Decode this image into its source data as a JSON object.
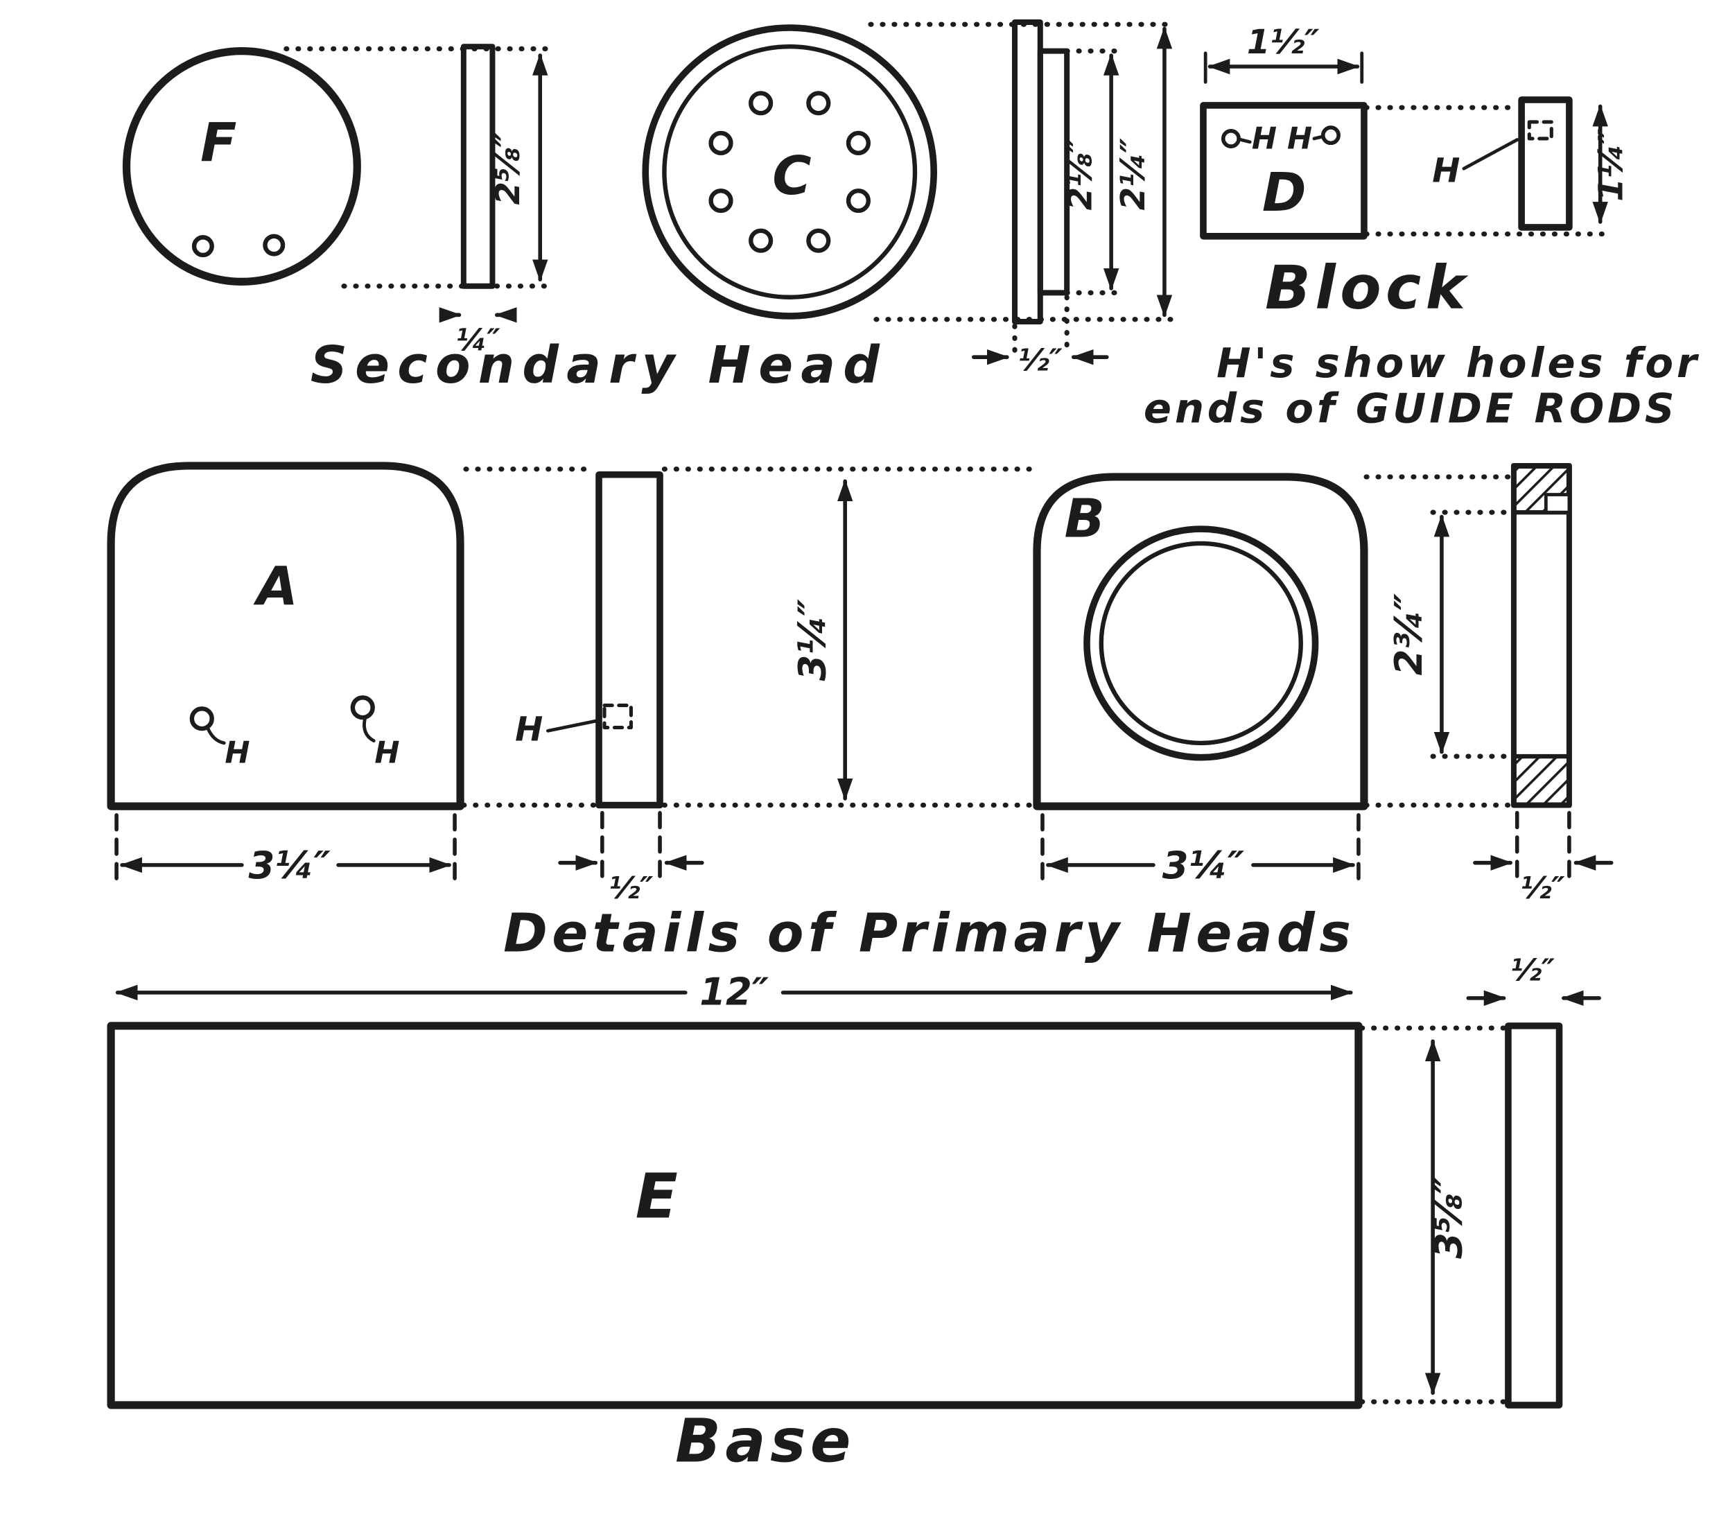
{
  "figure": {
    "background_color": "#ffffff",
    "ink_color": "#1c1c1c",
    "part_labels": {
      "f": "F",
      "c": "C",
      "d": "D",
      "a": "A",
      "b": "B",
      "e": "E",
      "h": "H"
    },
    "captions": {
      "secondary_head": "Secondary Head",
      "block": "Block",
      "note_line1": "H's show holes for",
      "note_line2": "ends of GUIDE RODS",
      "primary_heads": "Details of Primary Heads",
      "base": "Base"
    },
    "dimensions": {
      "f_side_height": "2⅝″",
      "f_side_thickness": "¼″",
      "c_step_height": "2⅛″",
      "c_overall_height": "2¼″",
      "c_side_thickness": "½″",
      "d_width": "1½″",
      "d_side_height": "1¼″",
      "a_width": "3¼″",
      "a_side_thickness": "½″",
      "primary_head_height": "3¼″",
      "b_width": "3¼″",
      "b_side_thickness": "½″",
      "b_recess_height": "2¾″",
      "base_length": "12″",
      "base_side_thickness": "½″",
      "base_height": "3⅝″"
    }
  }
}
